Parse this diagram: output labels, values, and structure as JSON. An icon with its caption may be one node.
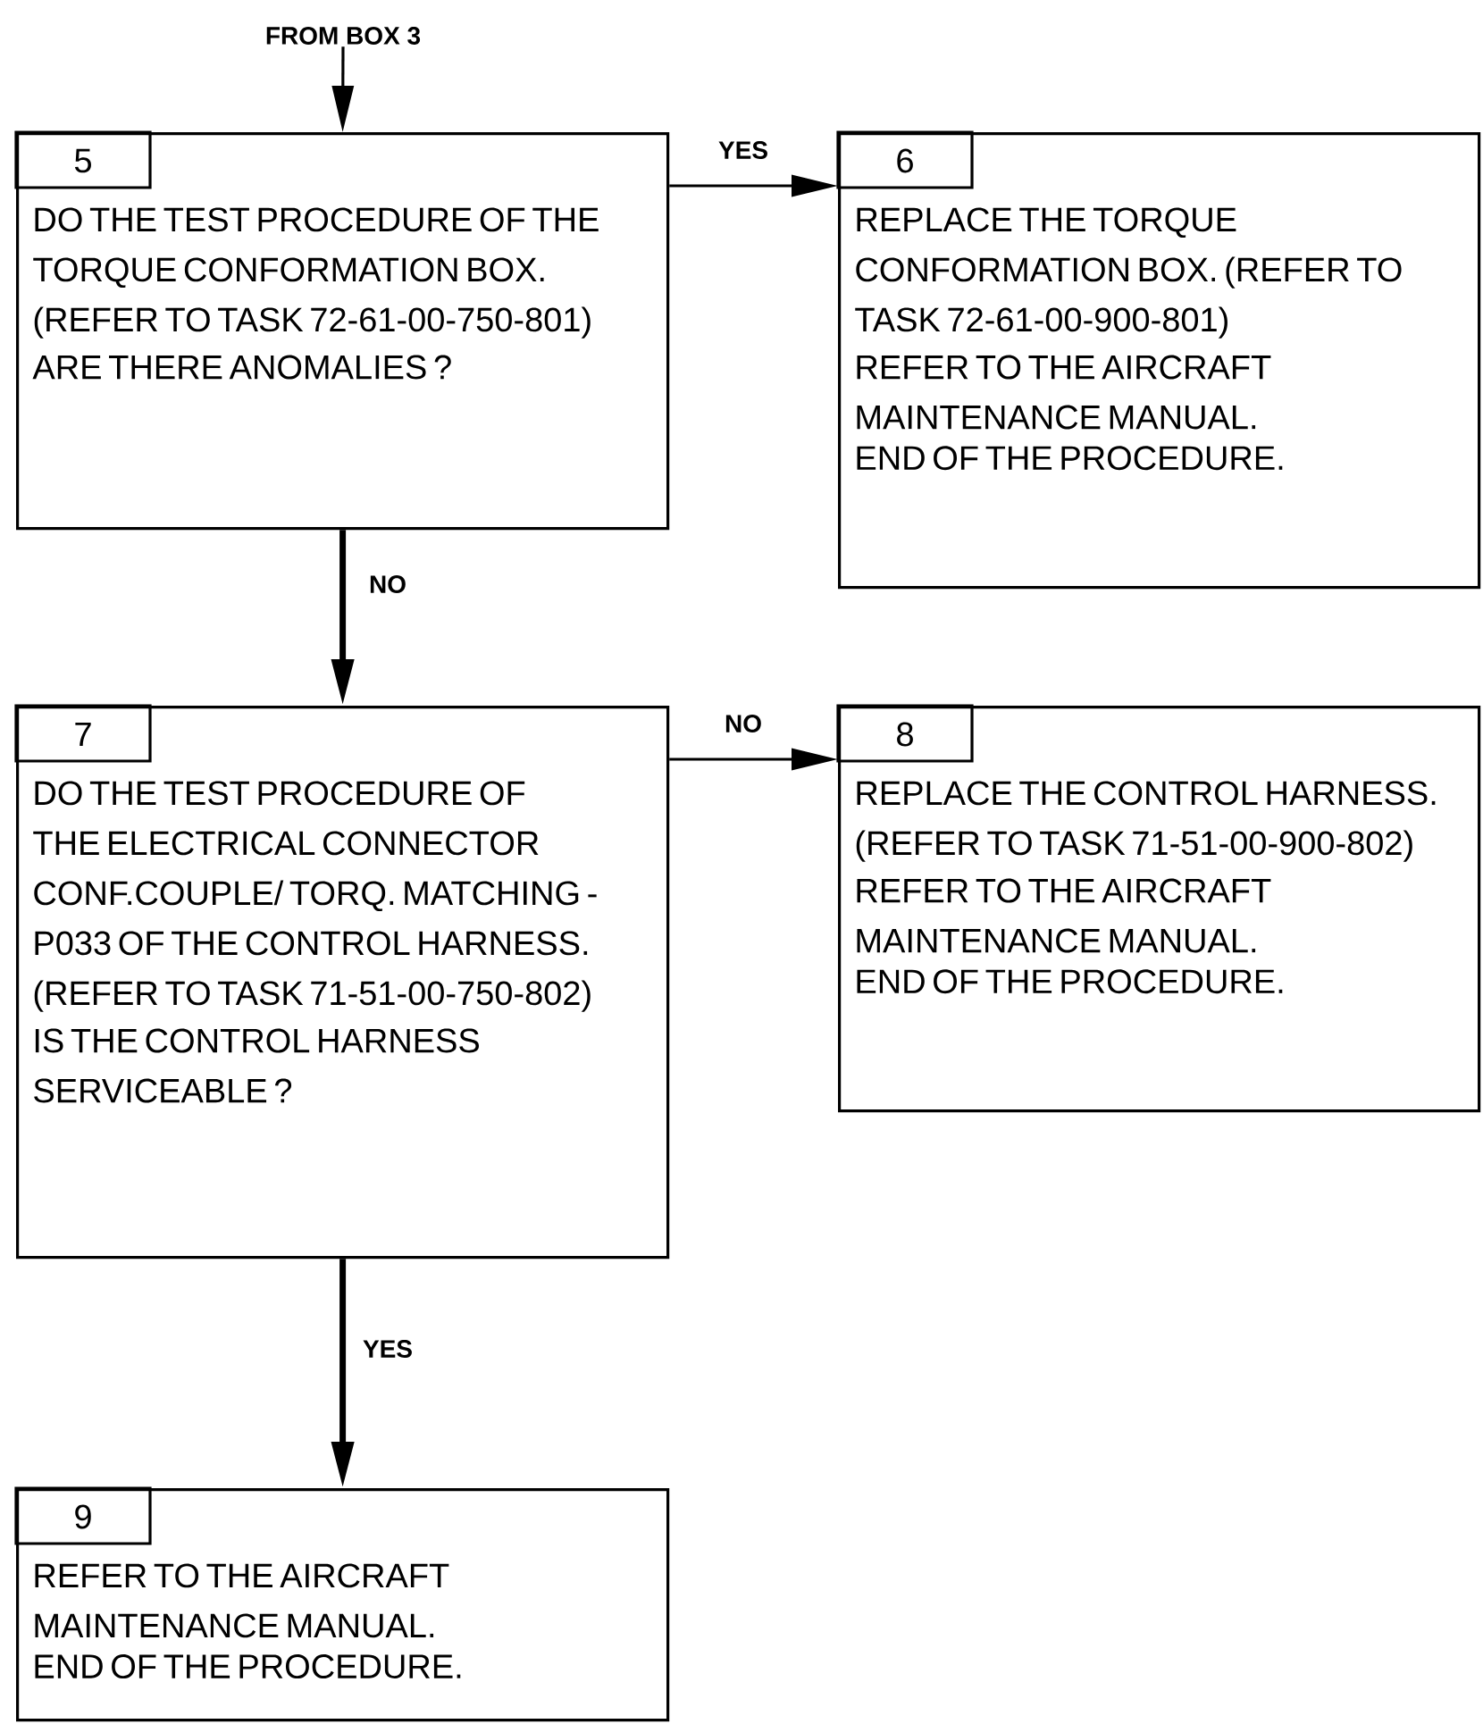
{
  "diagram": {
    "nodes": [
      {
        "text": [
          "FROM BOX 3"
        ]
      },
      {
        "text": [
          "5",
          "DO THE TEST PROCEDURE OF THE TORQUE CONFORMATION BOX. (REFER TO TASK 72-61-00-750-801)",
          "ARE THERE ANOMALIES ?"
        ]
      },
      {
        "text": [
          "6",
          "REPLACE THE TORQUE CONFORMATION BOX. (REFER TO TASK 72-61-00-900-801)",
          "REFER TO THE AIRCRAFT MAINTENANCE MANUAL.",
          "END OF THE PROCEDURE."
        ]
      },
      {
        "text": [
          "7",
          "DO THE TEST PROCEDURE OF THE ELECTRICAL CONNECTOR CONF.COUPLE/ TORQ. MATCHING - P033 OF THE CONTROL HARNESS. (REFER TO TASK 71-51-00-750-802)",
          "IS THE CONTROL HARNESS SERVICEABLE ?"
        ]
      },
      {
        "text": [
          "8",
          "REPLACE THE CONTROL HARNESS. (REFER TO TASK 71-51-00-900-802)",
          "REFER TO THE AIRCRAFT MAINTENANCE MANUAL.",
          "END OF THE PROCEDURE."
        ]
      },
      {
        "text": [
          "9",
          "REFER TO THE AIRCRAFT MAINTENANCE MANUAL.",
          "END OF THE PROCEDURE."
        ]
      }
    ],
    "edges": [
      {
        "from": 0,
        "to": 1,
        "arrow": "to"
      },
      {
        "from": 1,
        "to": 2,
        "arrow": "to",
        "label": "YES"
      },
      {
        "from": 1,
        "to": 3,
        "arrow": "to",
        "label": "NO",
        "style": "thick"
      },
      {
        "from": 3,
        "to": 4,
        "arrow": "to",
        "label": "NO"
      },
      {
        "from": 3,
        "to": 5,
        "arrow": "to",
        "label": "YES",
        "style": "thick"
      }
    ]
  }
}
